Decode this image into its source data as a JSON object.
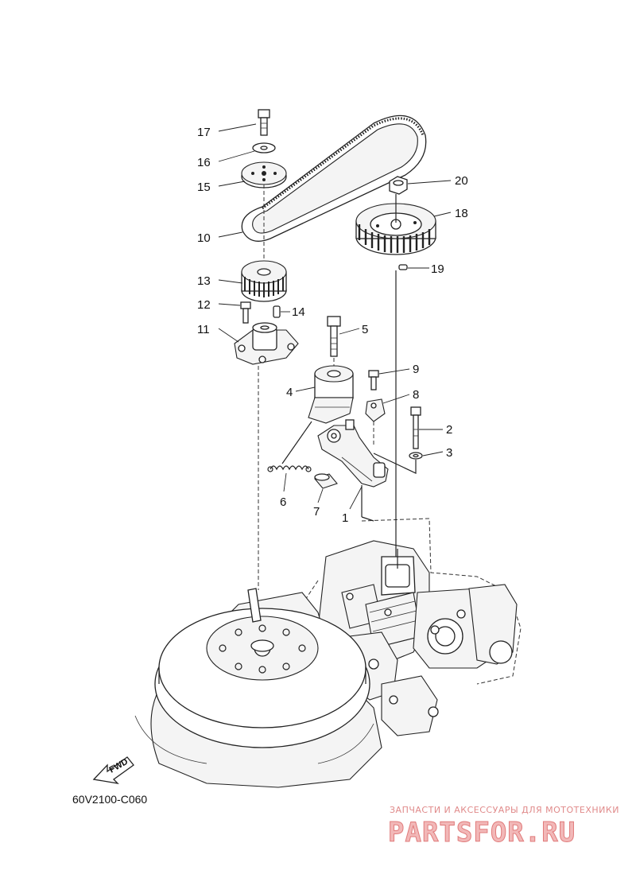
{
  "drawing_code": "60V2100-C060",
  "fwd_label": "FWD",
  "watermark": {
    "caption": "ЗАПЧАСТИ И АКСЕССУАРЫ ДЛЯ МОТОТЕХНИКИ",
    "brand": "PARTSFOR.RU"
  },
  "callouts": [
    {
      "id": "callout-17",
      "label": "17",
      "part": "bolt"
    },
    {
      "id": "callout-16",
      "label": "16",
      "part": "washer"
    },
    {
      "id": "callout-15",
      "label": "15",
      "part": "plate"
    },
    {
      "id": "callout-10",
      "label": "10",
      "part": "timing-belt"
    },
    {
      "id": "callout-13",
      "label": "13",
      "part": "drive-pulley"
    },
    {
      "id": "callout-12",
      "label": "12",
      "part": "bolt"
    },
    {
      "id": "callout-14",
      "label": "14",
      "part": "dowel-pin"
    },
    {
      "id": "callout-11",
      "label": "11",
      "part": "pulley-base"
    },
    {
      "id": "callout-5",
      "label": "5",
      "part": "bolt"
    },
    {
      "id": "callout-4",
      "label": "4",
      "part": "tensioner-pulley"
    },
    {
      "id": "callout-9",
      "label": "9",
      "part": "bolt"
    },
    {
      "id": "callout-8",
      "label": "8",
      "part": "bracket"
    },
    {
      "id": "callout-2",
      "label": "2",
      "part": "bolt"
    },
    {
      "id": "callout-3",
      "label": "3",
      "part": "washer"
    },
    {
      "id": "callout-6",
      "label": "6",
      "part": "spring"
    },
    {
      "id": "callout-7",
      "label": "7",
      "part": "collar"
    },
    {
      "id": "callout-1",
      "label": "1",
      "part": "tensioner-arm"
    },
    {
      "id": "callout-20",
      "label": "20",
      "part": "nut"
    },
    {
      "id": "callout-18",
      "label": "18",
      "part": "driven-pulley"
    },
    {
      "id": "callout-19",
      "label": "19",
      "part": "pin"
    }
  ]
}
